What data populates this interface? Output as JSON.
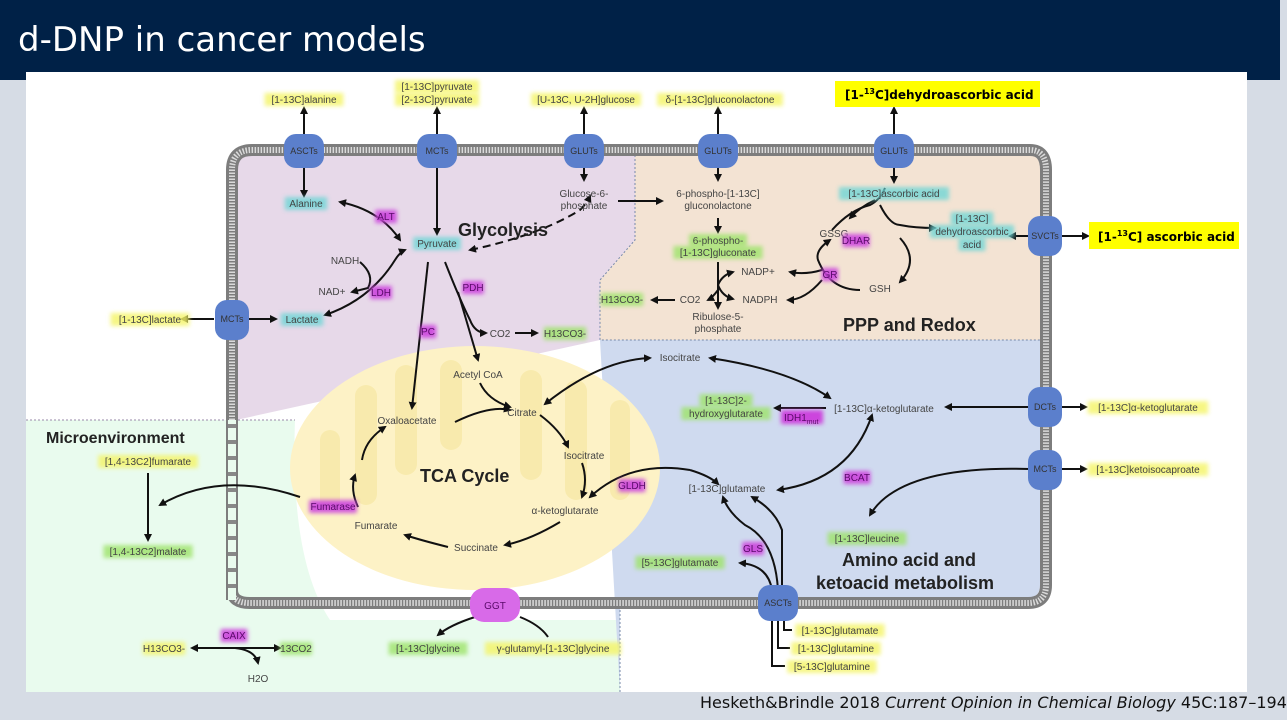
{
  "slide": {
    "title": "d-DNP in cancer models",
    "citation": {
      "authors_year": "Hesketh&Brindle 2018 ",
      "journal": "Current Opinion in Chemical Biology",
      "volume_pages": " 45C:187–194"
    }
  },
  "colors": {
    "title_bar": "#002147",
    "slide_bg": "#d6dce5",
    "glycolysis_region": "#e7d9e9",
    "ppp_region": "#f3e3d3",
    "amino_region": "#cfdaef",
    "microenvironment_region": "#e9fbee",
    "mitochondrion": "#fdf2c6",
    "transporter": "#5b7fcc",
    "enzyme_highlight": "#cc44dd",
    "extracellular_highlight": "#f4f466",
    "intracellular_highlight": "#6fd6d6",
    "product_highlight": "#9ee36a",
    "callout_bg": "#ffff00"
  },
  "regions": {
    "glycolysis": "Glycolysis",
    "ppp": "PPP and Redox",
    "tca": "TCA Cycle",
    "amino1": "Amino acid and",
    "amino2": "ketoacid metabolism",
    "micro": "Microenvironment"
  },
  "callouts": {
    "dha_pre": "[1-",
    "dha_sup": "13",
    "dha_post": "C]dehydroascorbic acid",
    "aa_pre": "[1-",
    "aa_sup": "13",
    "aa_post": "C] ascorbic acid"
  },
  "transporters": {
    "asct_top": "ASCTs",
    "mct_top": "MCTs",
    "glut1": "GLUTs",
    "glut2": "GLUTs",
    "glut3": "GLUTs",
    "mct_left": "MCTs",
    "svct": "SVCTs",
    "dct": "DCTs",
    "mct_right": "MCTs",
    "asct_bottom": "ASCTs",
    "ggt": "GGT"
  },
  "enzymes": {
    "alt": "ALT",
    "ldh": "LDH",
    "pdh": "PDH",
    "pc": "PC",
    "dhar": "DHAR",
    "gr": "GR",
    "idh1": "IDH1",
    "idh1_sub": "mut",
    "bcat": "BCAT",
    "gldh": "GLDH",
    "gls": "GLS",
    "fumarase": "Fumarase",
    "caix": "CAIX"
  },
  "extracellular": {
    "alanine": "[1-13C]alanine",
    "pyruvate1": "[1-13C]pyruvate",
    "pyruvate2": "[2-13C]pyruvate",
    "glucose": "[U-13C, U-2H]glucose",
    "gluconolactone": "δ-[1-13C]gluconolactone",
    "lactate": "[1-13C]lactate",
    "akg": "[1-13C]α-ketoglutarate",
    "kic": "[1-13C]ketoisocaproate",
    "glutamate_in": "[1-13C]glutamate",
    "glutamine1": "[1-13C]glutamine",
    "glutamine5": "[5-13C]glutamine",
    "fumarate": "[1,4-13C2]fumarate",
    "malate": "[1,4-13C2]malate",
    "bicarb": "H13CO3-",
    "co2": "13CO2",
    "h2o": "H2O",
    "glycine": "[1-13C]glycine",
    "gglut": "γ-glutamyl-[1-13C]glycine"
  },
  "metabolites": {
    "alanine": "Alanine",
    "pyruvate": "Pyruvate",
    "lactate": "Lactate",
    "nadh": "NADH",
    "nad": "NAD+",
    "g6p1": "Glucose-6-",
    "g6p2": "phosphate",
    "pgl1": "6-phospho-[1-13C]",
    "pgl2": "gluconolactone",
    "pg1": "6-phospho-",
    "pg2": "[1-13C]gluconate",
    "bicarb_ppp": "H13CO3-",
    "co2_ppp": "CO2",
    "nadp": "NADP+",
    "nadph": "NADPH",
    "ru5p1": "Ribulose-5-",
    "ru5p2": "phosphate",
    "asc": "[1-13C]ascorbic acid",
    "gssg": "GSSG",
    "gsh": "GSH",
    "dha1": "[1-13C]",
    "dha2": "dehydroascorbic",
    "dha3": "acid",
    "co2_pdh": "CO2",
    "bicarb_pdh": "H13CO3-",
    "acetylcoa": "Acetyl CoA",
    "citrate": "Citrate",
    "oaa": "Oxaloacetate",
    "isocitrate": "Isocitrate",
    "akg_mito": "α-ketoglutarate",
    "succinate": "Succinate",
    "fumarate": "Fumarate",
    "isocitrate_cyt": "Isocitrate",
    "hg1": "[1-13C]2-",
    "hg2": "hydroxyglutarate",
    "akg_cyt": "[1-13C]α-ketoglutarate",
    "glutamate_cyt": "[1-13C]glutamate",
    "glutamate5": "[5-13C]glutamate",
    "leucine": "[1-13C]leucine"
  }
}
